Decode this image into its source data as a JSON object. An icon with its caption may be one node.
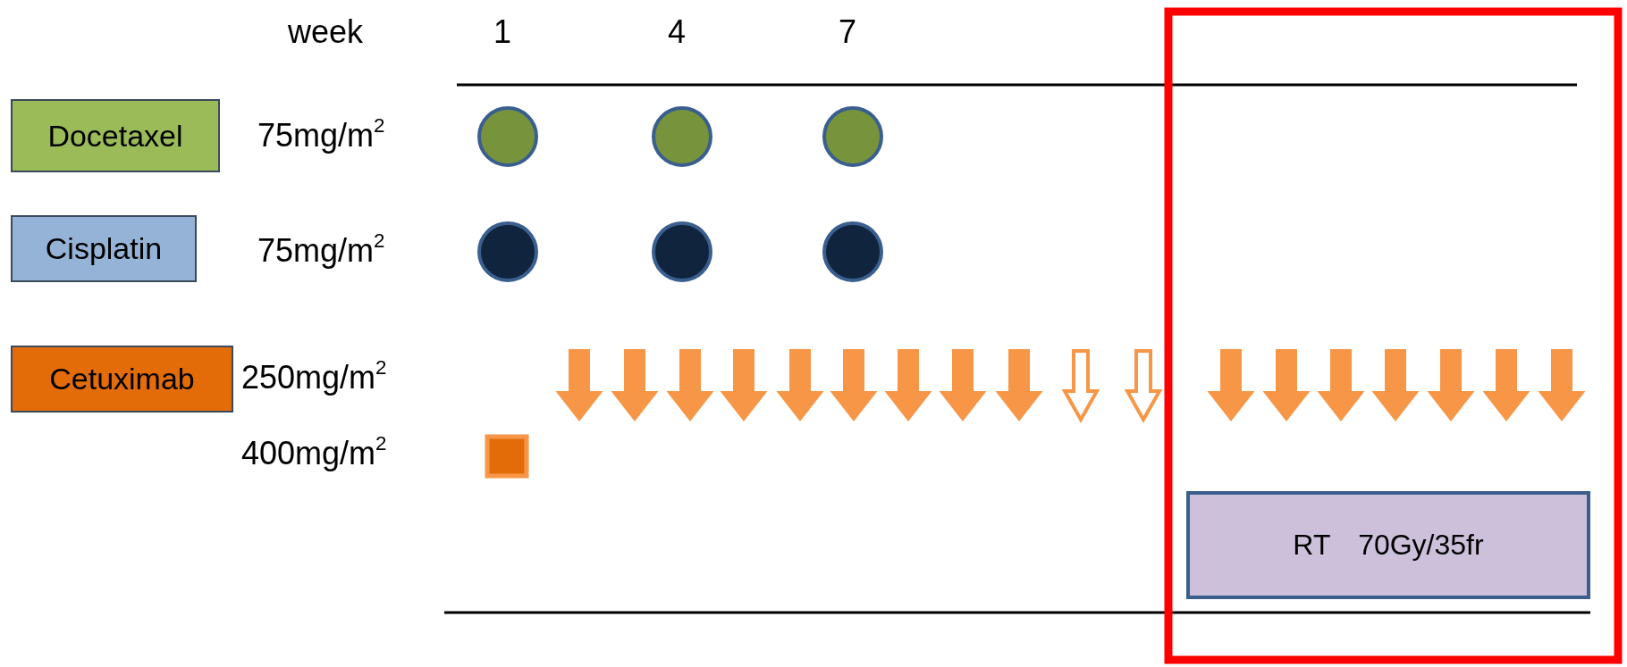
{
  "diagram": {
    "nodes": [
      {
        "text": [
          "Docetaxel"
        ]
      },
      {
        "text": [
          "Cisplatin"
        ]
      },
      {
        "text": [
          "Cetuximab"
        ]
      },
      {
        "text": [
          "RT 70Gy/35fr"
        ]
      }
    ],
    "edges": [],
    "labels": [
      "week",
      "1",
      "4",
      "7",
      "75mg/m$^{2}$",
      "75mg/m$^{2}$",
      "250mg/m$^{2}$",
      "400mg/m$^{2}$"
    ]
  }
}
